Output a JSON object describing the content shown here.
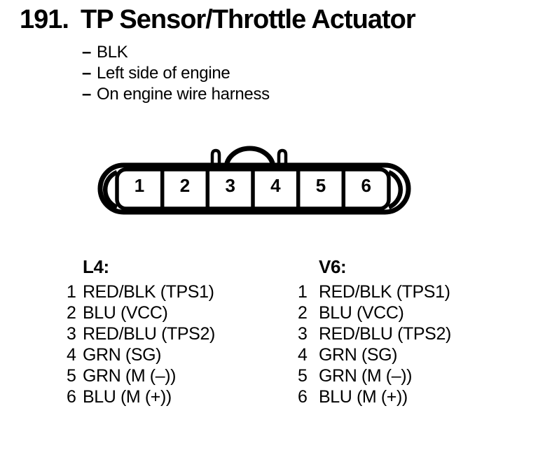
{
  "colors": {
    "ink": "#000000",
    "paper": "#ffffff"
  },
  "header": {
    "number": "191.",
    "title": "TP Sensor/Throttle Actuator"
  },
  "notes": {
    "dash": "–",
    "items": [
      "BLK",
      "Left side of engine",
      "On engine wire harness"
    ]
  },
  "connector": {
    "pins": [
      "1",
      "2",
      "3",
      "4",
      "5",
      "6"
    ]
  },
  "pinouts": {
    "columns": [
      {
        "label": "L4:",
        "rows": [
          {
            "pin": "1",
            "wire": "RED/BLK (TPS1)"
          },
          {
            "pin": "2",
            "wire": "BLU (VCC)"
          },
          {
            "pin": "3",
            "wire": "RED/BLU (TPS2)"
          },
          {
            "pin": "4",
            "wire": "GRN (SG)"
          },
          {
            "pin": "5",
            "wire": "GRN (M (–))"
          },
          {
            "pin": "6",
            "wire": "BLU (M (+))"
          }
        ]
      },
      {
        "label": "V6:",
        "rows": [
          {
            "pin": "1",
            "wire": "RED/BLK (TPS1)"
          },
          {
            "pin": "2",
            "wire": "BLU (VCC)"
          },
          {
            "pin": "3",
            "wire": "RED/BLU (TPS2)"
          },
          {
            "pin": "4",
            "wire": "GRN (SG)"
          },
          {
            "pin": "5",
            "wire": "GRN (M (–))"
          },
          {
            "pin": "6",
            "wire": "BLU (M (+))"
          }
        ]
      }
    ]
  }
}
